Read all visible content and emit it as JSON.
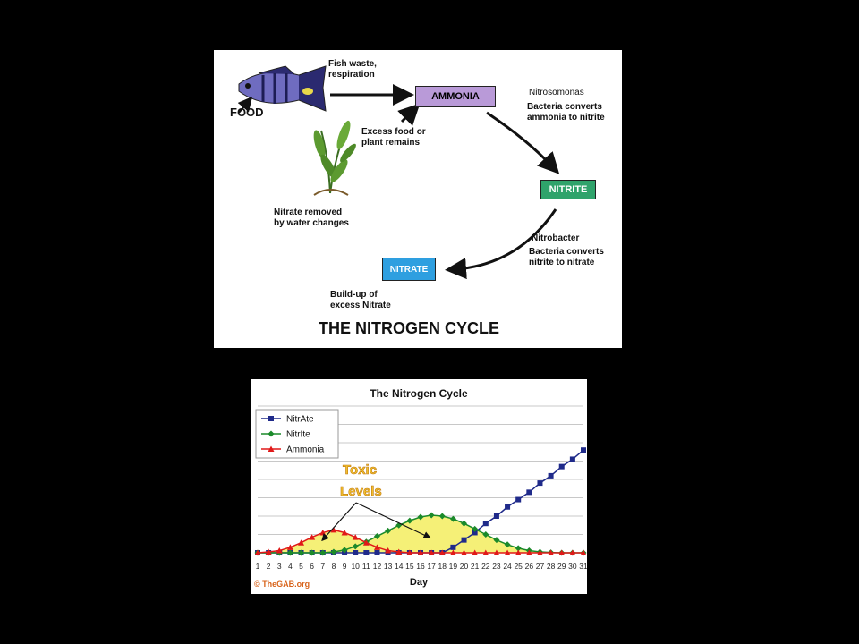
{
  "diagram": {
    "title": "THE NITROGEN CYCLE",
    "food_label": "FOOD",
    "fish_waste": "Fish waste,\nrespiration",
    "excess_food": "Excess food or\nplant remains",
    "nitrate_removed": "Nitrate removed\nby water changes",
    "nitrosomonas": "Nitrosomonas",
    "nitrosomonas_desc": "Bacteria converts\nammonia to nitrite",
    "nitrobacter": "Nitrobacter",
    "nitrobacter_desc": "Bacteria converts\nnitrite to nitrate",
    "buildup": "Build-up of\nexcess Nitrate",
    "ammonia_box": "AMMONIA",
    "nitrite_box": "NITRITE",
    "nitrate_box": "NITRATE",
    "colors": {
      "ammonia": "#b99ad8",
      "nitrite": "#2fa36b",
      "nitrate": "#2e9fe0"
    }
  },
  "chart": {
    "credit": "© TheGAB.org",
    "annotation": "Toxic\nLevels"
  },
  "chart_data": {
    "type": "line",
    "title": "The Nitrogen Cycle",
    "xlabel": "Day",
    "ylabel": "",
    "x": [
      1,
      2,
      3,
      4,
      5,
      6,
      7,
      8,
      9,
      10,
      11,
      12,
      13,
      14,
      15,
      16,
      17,
      18,
      19,
      20,
      21,
      22,
      23,
      24,
      25,
      26,
      27,
      28,
      29,
      30,
      31
    ],
    "ylim": [
      0,
      8
    ],
    "grid": true,
    "legend": "top-left",
    "series": [
      {
        "name": "NitrAte",
        "color": "#1f2a8a",
        "marker": "square",
        "values": [
          0,
          0,
          0,
          0,
          0,
          0,
          0,
          0,
          0,
          0,
          0,
          0,
          0,
          0,
          0,
          0,
          0,
          0,
          0.3,
          0.7,
          1.1,
          1.6,
          2.0,
          2.5,
          2.9,
          3.3,
          3.8,
          4.2,
          4.7,
          5.1,
          5.6
        ]
      },
      {
        "name": "NitrIte",
        "color": "#1b8a2a",
        "marker": "diamond",
        "values": [
          0,
          0,
          0,
          0,
          0,
          0,
          0,
          0.05,
          0.15,
          0.35,
          0.6,
          0.9,
          1.2,
          1.5,
          1.75,
          1.95,
          2.05,
          2.0,
          1.85,
          1.6,
          1.3,
          1.0,
          0.7,
          0.45,
          0.25,
          0.12,
          0.05,
          0.02,
          0,
          0,
          0
        ]
      },
      {
        "name": "Ammonia",
        "color": "#e01919",
        "marker": "triangle",
        "values": [
          0,
          0.05,
          0.12,
          0.3,
          0.55,
          0.85,
          1.1,
          1.25,
          1.1,
          0.85,
          0.55,
          0.3,
          0.12,
          0.05,
          0,
          0,
          0,
          0,
          0,
          0,
          0,
          0,
          0,
          0,
          0,
          0,
          0,
          0,
          0,
          0,
          0
        ]
      }
    ],
    "highlight_fill": "#f5f077"
  }
}
